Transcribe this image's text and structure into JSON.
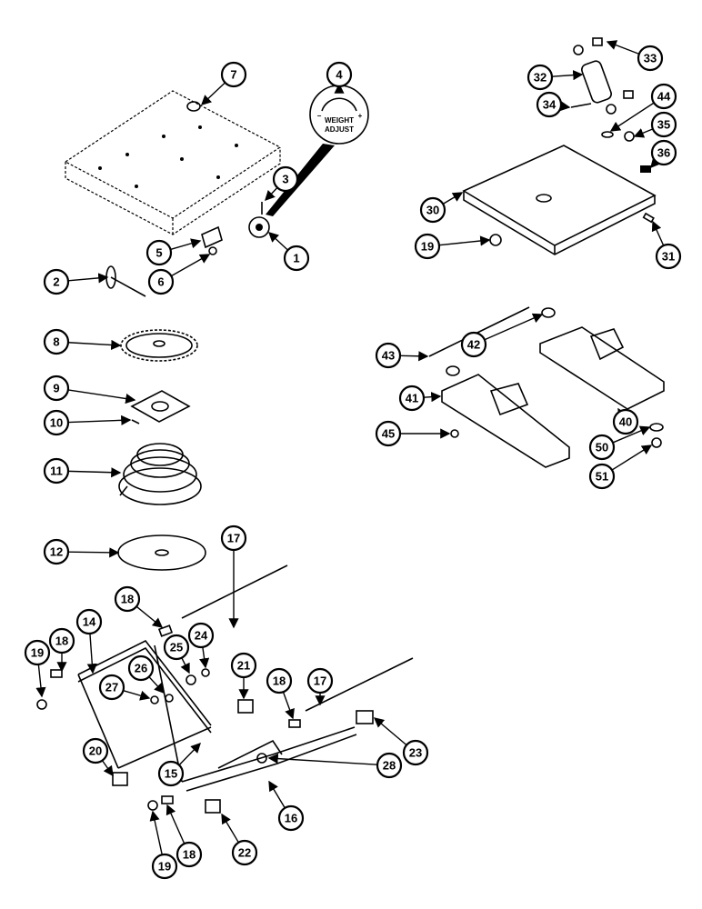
{
  "gauge": {
    "line1": "WEIGHT",
    "line2": "ADJUST",
    "minus": "−",
    "plus": "+"
  },
  "callouts": {
    "c1": "1",
    "c2": "2",
    "c3": "3",
    "c4": "4",
    "c5": "5",
    "c6": "6",
    "c7": "7",
    "c8": "8",
    "c9": "9",
    "c10": "10",
    "c11": "11",
    "c12": "12",
    "c14": "14",
    "c15": "15",
    "c16": "16",
    "c17a": "17",
    "c17b": "17",
    "c18a": "18",
    "c18b": "18",
    "c18c": "18",
    "c18d": "18",
    "c19a": "19",
    "c19b": "19",
    "c19c": "19",
    "c20": "20",
    "c21": "21",
    "c22": "22",
    "c23": "23",
    "c24": "24",
    "c25": "25",
    "c26": "26",
    "c27": "27",
    "c28": "28",
    "c30": "30",
    "c31": "31",
    "c32": "32",
    "c33": "33",
    "c34": "34",
    "c35": "35",
    "c36": "36",
    "c40": "40",
    "c41": "41",
    "c42": "42",
    "c43": "43",
    "c44": "44",
    "c45": "45",
    "c50": "50",
    "c51": "51"
  }
}
